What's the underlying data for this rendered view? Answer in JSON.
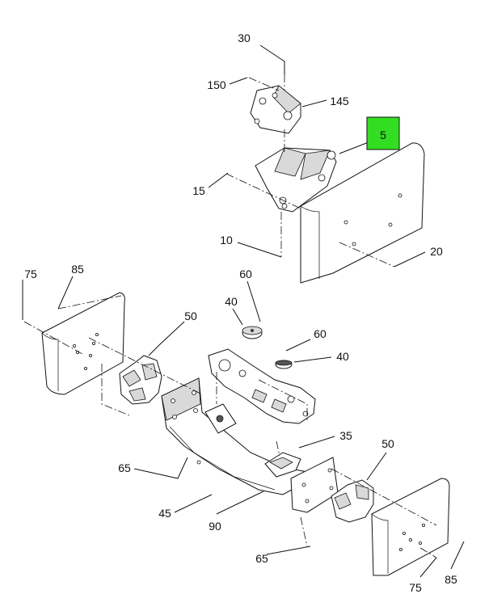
{
  "callouts": {
    "c30": "30",
    "c150": "150",
    "c145": "145",
    "c5": "5",
    "c15": "15",
    "c10": "10",
    "c20": "20",
    "c75_left": "75",
    "c85_left": "85",
    "c50_left": "50",
    "c60_top": "60",
    "c40_top": "40",
    "c60_mid": "60",
    "c40_mid": "40",
    "c35": "35",
    "c50_right": "50",
    "c65_left": "65",
    "c45": "45",
    "c90": "90",
    "c65_bottom": "65",
    "c75_right": "75",
    "c85_right": "85"
  },
  "colors": {
    "highlight": "#33dd22",
    "ink": "#111111"
  }
}
